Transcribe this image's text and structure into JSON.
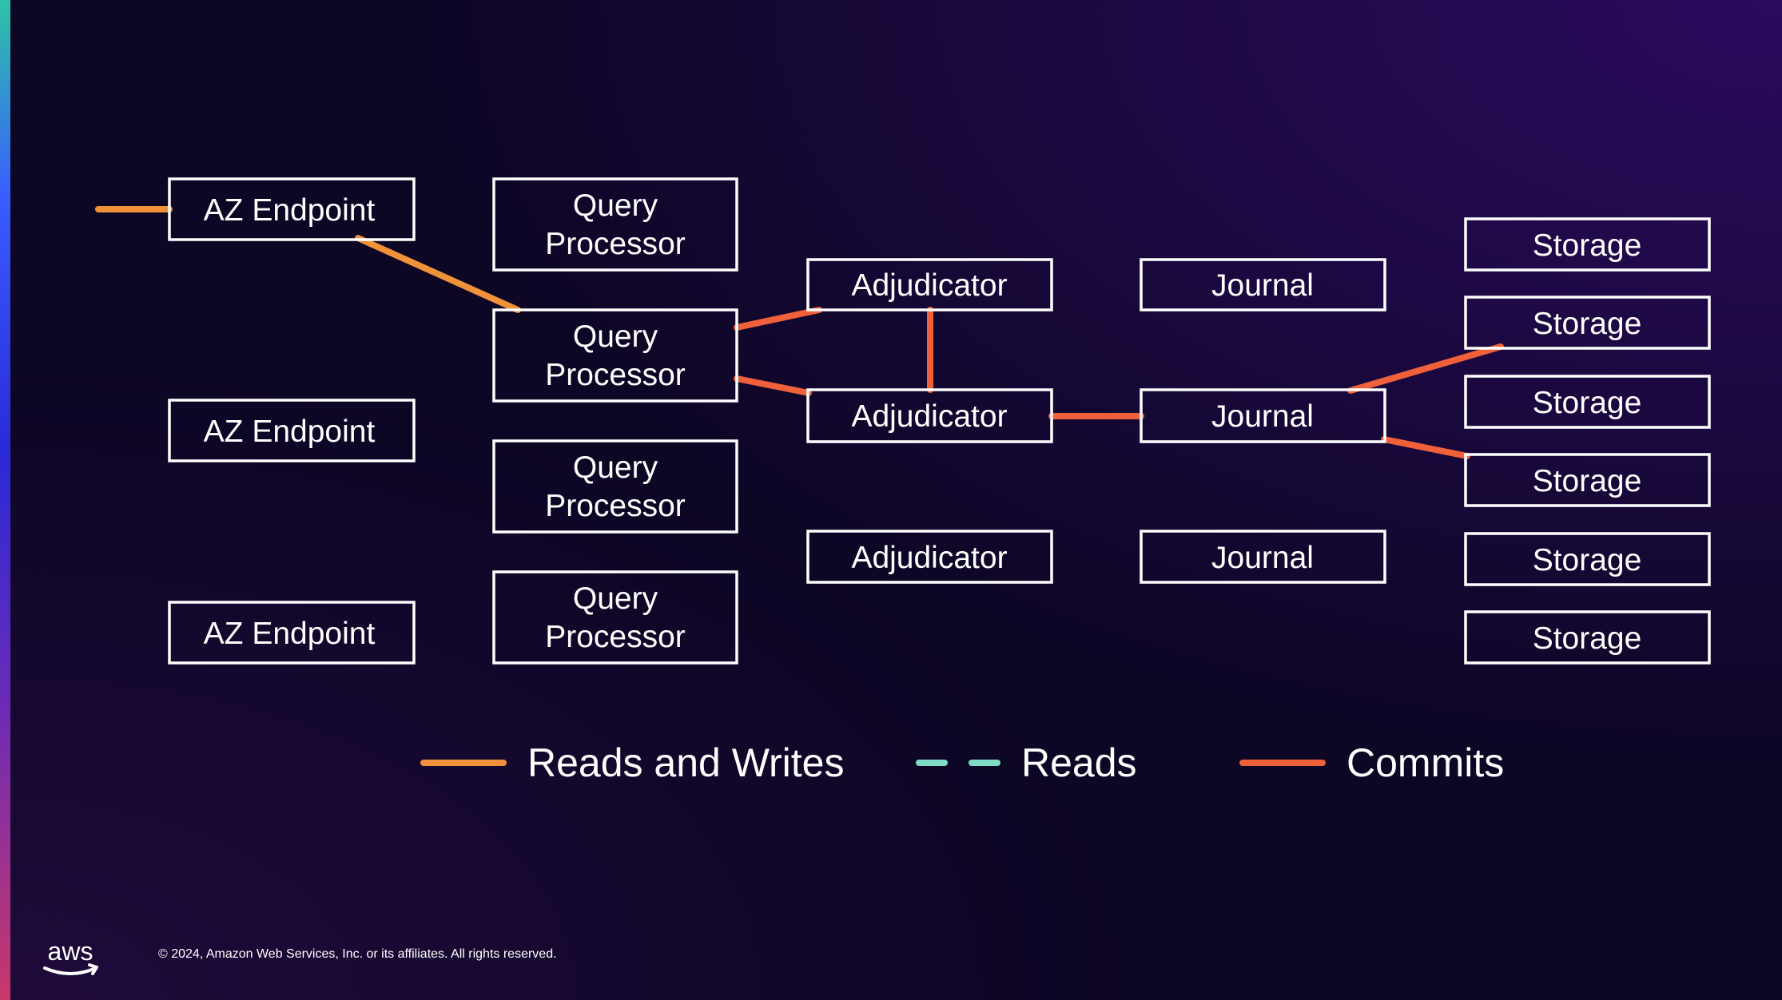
{
  "nodes": {
    "az_endpoints": [
      "AZ Endpoint",
      "AZ Endpoint",
      "AZ Endpoint"
    ],
    "query_processors": [
      [
        "Query",
        "Processor"
      ],
      [
        "Query",
        "Processor"
      ],
      [
        "Query",
        "Processor"
      ],
      [
        "Query",
        "Processor"
      ]
    ],
    "adjudicators": [
      "Adjudicator",
      "Adjudicator",
      "Adjudicator"
    ],
    "journals": [
      "Journal",
      "Journal",
      "Journal"
    ],
    "storage": [
      "Storage",
      "Storage",
      "Storage",
      "Storage",
      "Storage",
      "Storage"
    ]
  },
  "legend": {
    "reads_writes": "Reads and Writes",
    "reads": "Reads",
    "commits": "Commits"
  },
  "colors": {
    "reads_writes": "#f0923a",
    "reads": "#7fdcc4",
    "commits": "#f0603a",
    "box_stroke": "#ffffff"
  },
  "footer": {
    "logo": "aws",
    "copyright": "© 2024, Amazon Web Services, Inc. or its affiliates. All rights reserved."
  }
}
